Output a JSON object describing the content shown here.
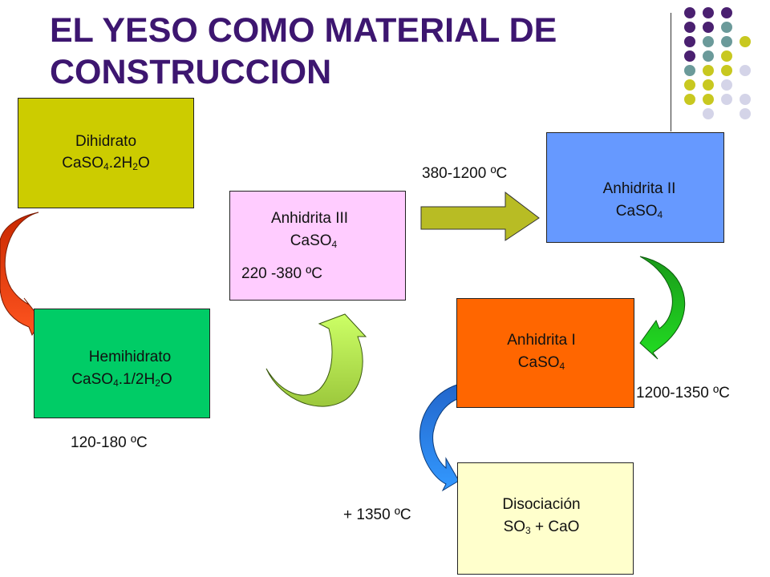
{
  "title": "EL YESO COMO MATERIAL DE CONSTRUCCION",
  "boxes": {
    "dihidrato": {
      "name": "Dihidrato",
      "formula": [
        "CaSO",
        "4",
        ".2H",
        "2",
        "O"
      ],
      "color": "#cccc00"
    },
    "hemihidrato": {
      "name": "Hemihidrato",
      "formula": [
        "CaSO",
        "4",
        ".1/2H",
        "2",
        "O"
      ],
      "color": "#00cc66"
    },
    "anhidrita3": {
      "name": "Anhidrita III",
      "formula": [
        "CaSO",
        "4"
      ],
      "temp": "220 -380 ºC",
      "color": "#ffccff"
    },
    "anhidrita2": {
      "name": "Anhidrita II",
      "formula": [
        "CaSO",
        "4"
      ],
      "color": "#6699ff"
    },
    "anhidrita1": {
      "name": "Anhidrita I",
      "formula": [
        "CaSO",
        "4"
      ],
      "color": "#ff6600"
    },
    "disociacion": {
      "name": "Disociación",
      "formula": [
        "SO",
        "3",
        " + CaO"
      ],
      "color": "#ffffcc"
    }
  },
  "temps": {
    "t120": "120-180 ºC",
    "t380": "380-1200 ºC",
    "t1200": "1200-1350 ºC",
    "t1350": "+ 1350 ºC"
  },
  "colors": {
    "title": "#3d1670",
    "arrow_red": "#e8320a",
    "arrow_lime": "#ccff66",
    "arrow_olive": "#b8bc24",
    "arrow_green": "#22cc22",
    "arrow_blue": "#3399ff",
    "dot_purple": "#4a2070",
    "dot_teal": "#6b9a9a",
    "dot_yellow": "#c8c820",
    "dot_lavender": "#d4d4e8"
  }
}
